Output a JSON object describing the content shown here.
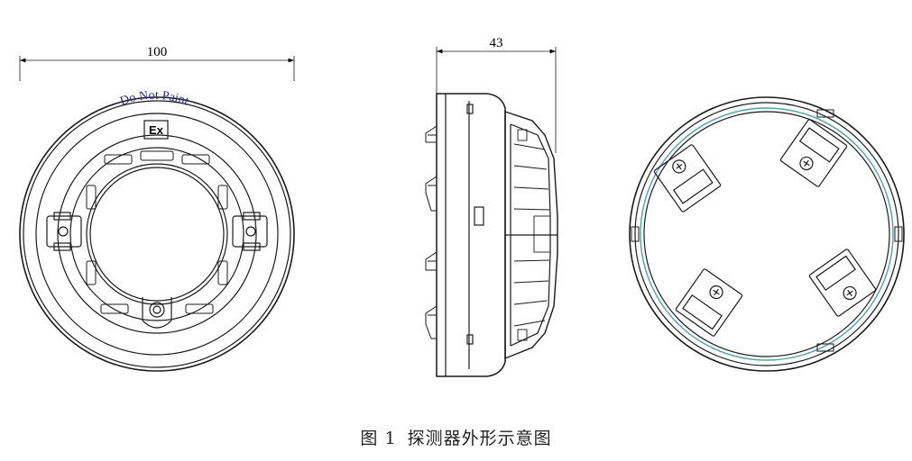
{
  "front_view": {
    "width_dimension": "100",
    "marking_text": "Do Not Paint",
    "ex_mark": "Ex"
  },
  "side_view": {
    "height_dimension": "43"
  },
  "caption": {
    "figure_number": "图 1",
    "title": "探测器外形示意图"
  },
  "colors": {
    "line": "#1a1a1a",
    "marking_text": "#2a2a8c",
    "back_ring_accent": "#4fa3a3"
  }
}
